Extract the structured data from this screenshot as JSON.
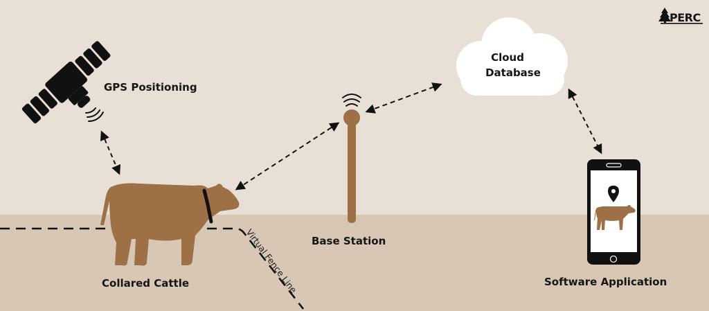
{
  "colors": {
    "sky": "#e8e0d6",
    "ground": "#d8c7b5",
    "cattle": "#9e7045",
    "ink": "#111111",
    "cloud": "#ffffff",
    "screen": "#ffffff"
  },
  "logo": {
    "text": "PERC",
    "icon": "pine-tree-icon"
  },
  "nodes": {
    "gps": {
      "label": "GPS Positioning",
      "icon": "satellite-icon"
    },
    "cattle": {
      "label": "Collared Cattle",
      "icon": "cow-icon"
    },
    "base": {
      "label": "Base Station",
      "icon": "antenna-tower-icon"
    },
    "cloud": {
      "label_line1": "Cloud",
      "label_line2": "Database",
      "icon": "cloud-icon"
    },
    "app": {
      "label": "Software Application",
      "icon": "smartphone-icon"
    }
  },
  "fence": {
    "label": "Virtual Fence Line"
  },
  "connections": [
    {
      "from": "gps",
      "to": "cattle",
      "style": "dashed",
      "arrows": "both"
    },
    {
      "from": "cattle",
      "to": "base",
      "style": "dashed",
      "arrows": "both"
    },
    {
      "from": "base",
      "to": "cloud",
      "style": "dashed",
      "arrows": "both"
    },
    {
      "from": "cloud",
      "to": "app",
      "style": "dashed",
      "arrows": "both"
    }
  ]
}
